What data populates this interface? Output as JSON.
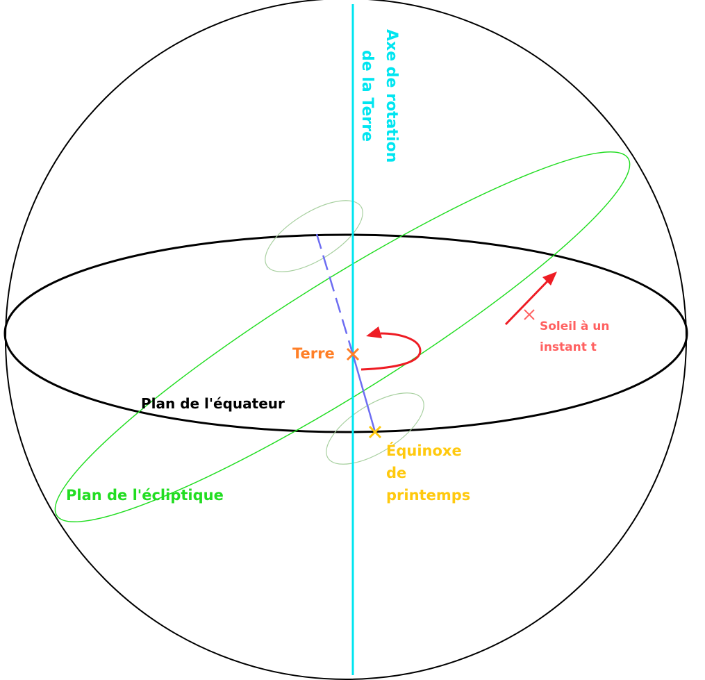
{
  "labels": {
    "axis_line1": "Axe de rotation",
    "axis_line2": "de la Terre",
    "earth": "Terre",
    "sun_line1": "Soleil à un",
    "sun_line2": "instant t",
    "equator": "Plan de l'équateur",
    "ecliptic": "Plan de l'écliptique",
    "equinox_line1": "Équinoxe",
    "equinox_line2": "de",
    "equinox_line3": "printemps"
  },
  "colors": {
    "axis": "#00e5f0",
    "ecliptic": "#22dd22",
    "earth": "#ff7f27",
    "equinox": "#ffc90e",
    "sun": "#ff6060",
    "arrow": "#ee1c24",
    "dashed": "#6d6df2"
  }
}
